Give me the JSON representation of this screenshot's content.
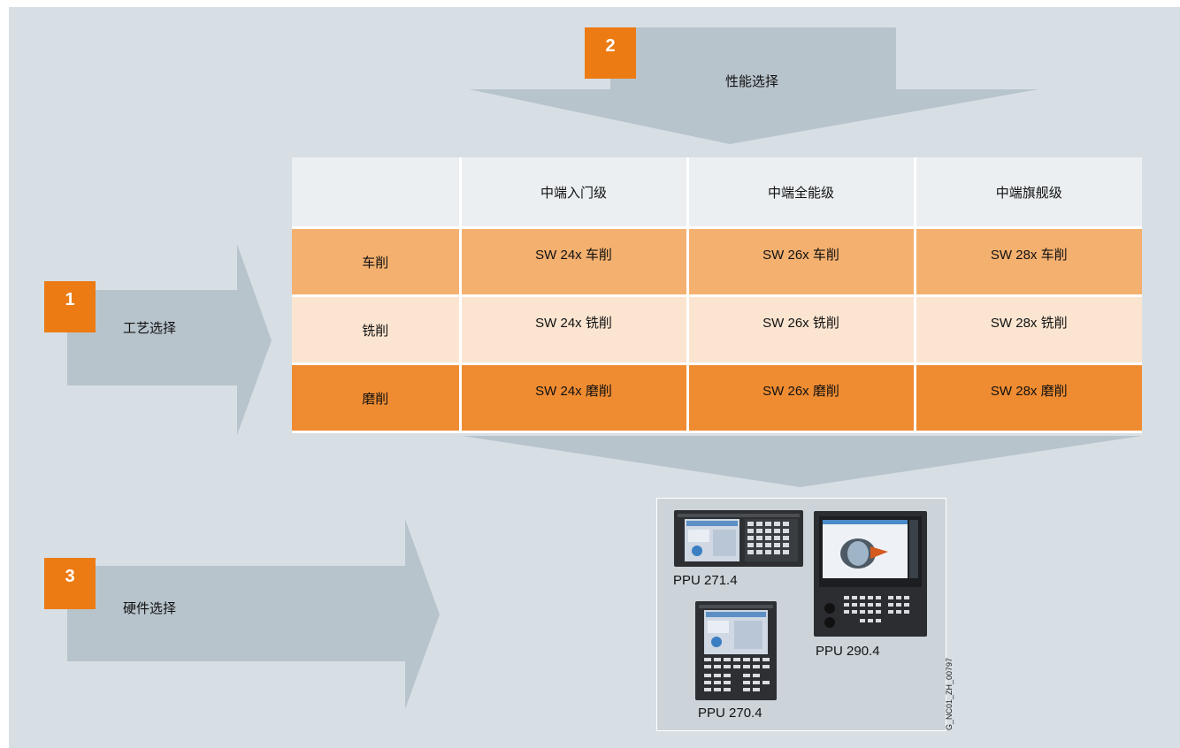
{
  "steps": [
    {
      "number": "1",
      "label": "工艺选择"
    },
    {
      "number": "2",
      "label": "性能选择"
    },
    {
      "number": "3",
      "label": "硬件选择"
    }
  ],
  "matrix": {
    "columns": [
      "中端入门级",
      "中端全能级",
      "中端旗舰级"
    ],
    "rows": [
      {
        "label": "车削",
        "cells": [
          "SW 24x 车削",
          "SW 26x 车削",
          "SW 28x 车削"
        ]
      },
      {
        "label": "铣削",
        "cells": [
          "SW 24x 铣削",
          "SW 26x 铣削",
          "SW 28x 铣削"
        ]
      },
      {
        "label": "磨削",
        "cells": [
          "SW 24x 磨削",
          "SW 26x 磨削",
          "SW 28x 磨削"
        ]
      }
    ]
  },
  "hardware": {
    "models": [
      "PPU 271.4",
      "PPU 290.4",
      "PPU 270.4"
    ],
    "image_code": "G_NC01_ZH_00797"
  },
  "colors": {
    "background": "#d7dfe5",
    "arrow": "#b8c4cc",
    "badge": "#ec7b14",
    "row_turning": "#f4b06f",
    "row_milling": "#fbe5d1",
    "row_grinding": "#ef8c32",
    "header": "#ebeff2"
  }
}
